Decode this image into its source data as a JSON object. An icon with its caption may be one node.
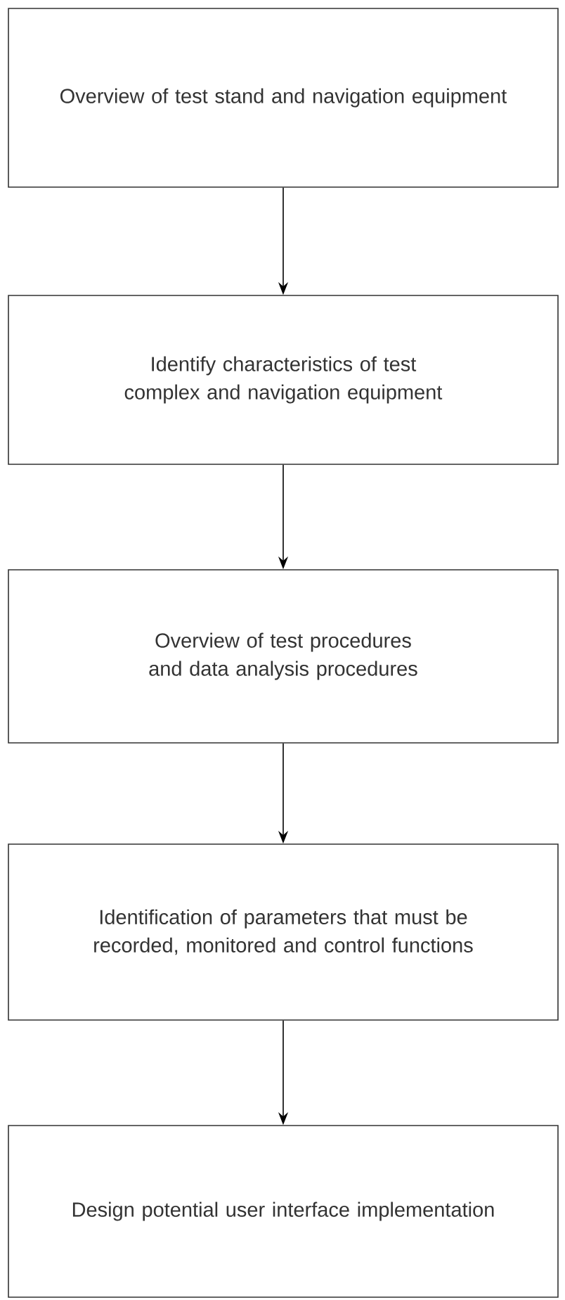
{
  "diagram": {
    "nodes": [
      {
        "text": [
          "Overview of test stand and navigation equipment"
        ]
      },
      {
        "text": [
          "Identify characteristics of test complex and navigation equipment"
        ]
      },
      {
        "text": [
          "Overview of test procedures and data analysis procedures"
        ]
      },
      {
        "text": [
          "Identification of parameters that must be recorded, monitored and control functions"
        ]
      },
      {
        "text": [
          "Design potential user interface implementation"
        ]
      }
    ],
    "edges": [
      {
        "from": 0,
        "to": 1,
        "arrow": "to"
      },
      {
        "from": 1,
        "to": 2,
        "arrow": "to"
      },
      {
        "from": 2,
        "to": 3,
        "arrow": "to"
      },
      {
        "from": 3,
        "to": 4,
        "arrow": "to"
      }
    ]
  }
}
